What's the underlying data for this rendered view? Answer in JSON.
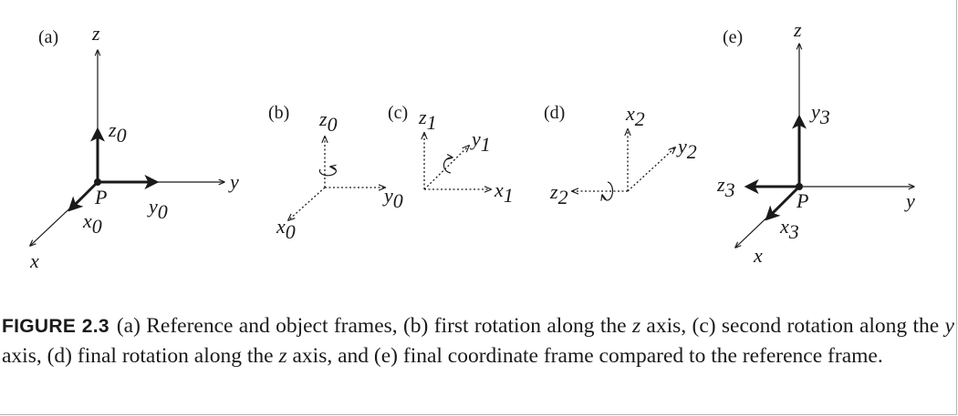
{
  "figure": {
    "panels": {
      "a": {
        "label": "(a)",
        "axes": {
          "z": "z",
          "y": "y",
          "x": "x"
        },
        "frame": {
          "z": "z",
          "z_sub": "0",
          "y": "y",
          "y_sub": "0",
          "x": "x",
          "x_sub": "0"
        },
        "point": "P"
      },
      "b": {
        "label": "(b)",
        "frame": {
          "z": "z",
          "z_sub": "0",
          "y": "y",
          "y_sub": "0",
          "x": "x",
          "x_sub": "0"
        }
      },
      "c": {
        "label": "(c)",
        "frame": {
          "z": "z",
          "z_sub": "1",
          "y": "y",
          "y_sub": "1",
          "x": "x",
          "x_sub": "1"
        }
      },
      "d": {
        "label": "(d)",
        "frame": {
          "z": "z",
          "z_sub": "2",
          "y": "y",
          "y_sub": "2",
          "x": "x",
          "x_sub": "2"
        }
      },
      "e": {
        "label": "(e)",
        "axes": {
          "z": "z",
          "y": "y",
          "x": "x"
        },
        "frame": {
          "z": "z",
          "z_sub": "3",
          "y": "y",
          "y_sub": "3",
          "x": "x",
          "x_sub": "3"
        },
        "point": "P"
      }
    }
  },
  "caption": {
    "label": "FIGURE 2.3",
    "part1": "(a) Reference and object frames, (b) first rotation along the ",
    "axis1": "z",
    "part2": " axis, (c) second rotation along the ",
    "axis2": "y",
    "part3": " axis, (d) final rotation along the ",
    "axis3": "z",
    "part4": " axis, and (e) final coordinate frame compared to the reference frame."
  },
  "colors": {
    "ink": "#1a1a1a",
    "border": "#b5b5b5"
  }
}
